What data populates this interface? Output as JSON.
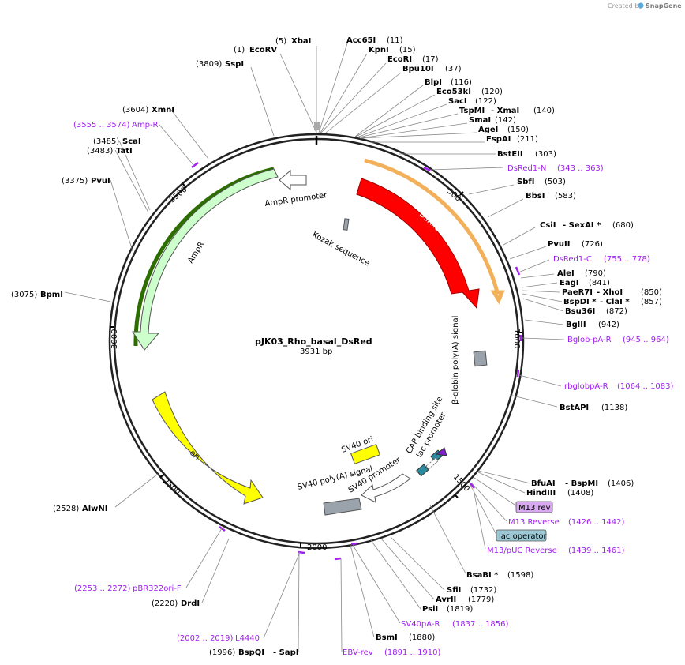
{
  "credit": {
    "prefix": "Created by",
    "brand": "SnapGene"
  },
  "plasmid": {
    "name": "pJK03_Rho_basal_DsRed",
    "size_label": "3931 bp",
    "length_bp": 3931
  },
  "ticks": [
    "500",
    "1000",
    "1500",
    "2000",
    "2500",
    "3000",
    "3500"
  ],
  "features": {
    "dsred2": "DsRed2",
    "kozak": "Kozak sequence",
    "ampr": "AmpR",
    "ampr_promoter": "AmpR promoter",
    "ori": "ori",
    "sv40_ori": "SV40 ori",
    "sv40_polya": "SV40 poly(A) signal",
    "sv40_promoter": "SV40 promoter",
    "cap_site": "CAP binding site",
    "lac_promoter": "lac promoter",
    "beta_globin": "β-globin poly(A) signal"
  },
  "sites": [
    {
      "id": "xbai",
      "name": "XbaI",
      "pos": "(5)",
      "bold": true
    },
    {
      "id": "ecorv",
      "name": "EcoRV",
      "pos": "(1)",
      "bold": true
    },
    {
      "id": "sspi",
      "name": "SspI",
      "pos": "(3809)",
      "bold": true
    },
    {
      "id": "acc65i",
      "name": "Acc65I",
      "pos": "(11)",
      "bold": true
    },
    {
      "id": "kpni",
      "name": "KpnI",
      "pos": "(15)",
      "bold": true
    },
    {
      "id": "ecori",
      "name": "EcoRI",
      "pos": "(17)",
      "bold": true
    },
    {
      "id": "bpu10i",
      "name": "Bpu10I",
      "pos": "(37)",
      "bold": true
    },
    {
      "id": "blpi",
      "name": "BlpI",
      "pos": "(116)",
      "bold": true
    },
    {
      "id": "eco53ki",
      "name": "Eco53kI",
      "pos": "(120)",
      "bold": true
    },
    {
      "id": "saci",
      "name": "SacI",
      "pos": "(122)",
      "bold": true
    },
    {
      "id": "tspmi",
      "name": "TspMI",
      "name2": "- XmaI",
      "pos": "(140)",
      "bold": true
    },
    {
      "id": "smai",
      "name": "SmaI",
      "pos": "(142)",
      "bold": true
    },
    {
      "id": "agei",
      "name": "AgeI",
      "pos": "(150)",
      "bold": true
    },
    {
      "id": "fspai",
      "name": "FspAI",
      "pos": "(211)",
      "bold": true
    },
    {
      "id": "bsteii",
      "name": "BstEII",
      "pos": "(303)",
      "bold": true
    },
    {
      "id": "sbfi",
      "name": "SbfI",
      "pos": "(503)",
      "bold": true
    },
    {
      "id": "bbsi",
      "name": "BbsI",
      "pos": "(583)",
      "bold": true
    },
    {
      "id": "csii",
      "name": "CsiI",
      "name2": "- SexAI *",
      "pos": "(680)",
      "bold": true
    },
    {
      "id": "pvuii",
      "name": "PvuII",
      "pos": "(726)",
      "bold": true
    },
    {
      "id": "alei",
      "name": "AleI",
      "pos": "(790)",
      "bold": true
    },
    {
      "id": "eagi",
      "name": "EagI",
      "pos": "(841)",
      "bold": true
    },
    {
      "id": "paer7i",
      "name": "PaeR7I",
      "name2": "- XhoI",
      "pos": "(850)",
      "bold": true
    },
    {
      "id": "bspdi",
      "name": "BspDI *",
      "name2": "- ClaI *",
      "pos": "(857)",
      "bold": true
    },
    {
      "id": "bsu36i",
      "name": "Bsu36I",
      "pos": "(872)",
      "bold": true
    },
    {
      "id": "bglii",
      "name": "BglII",
      "pos": "(942)",
      "bold": true
    },
    {
      "id": "bstapi",
      "name": "BstAPI",
      "pos": "(1138)",
      "bold": true
    },
    {
      "id": "bfuai",
      "name": "BfuAI",
      "name2": "- BspMI",
      "pos": "(1406)",
      "bold": true
    },
    {
      "id": "hindiii",
      "name": "HindIII",
      "pos": "(1408)",
      "bold": true
    },
    {
      "id": "bsabi",
      "name": "BsaBI *",
      "pos": "(1598)",
      "bold": true
    },
    {
      "id": "sfii",
      "name": "SfiI",
      "pos": "(1732)",
      "bold": true
    },
    {
      "id": "avrii",
      "name": "AvrII",
      "pos": "(1779)",
      "bold": true
    },
    {
      "id": "psii",
      "name": "PsiI",
      "pos": "(1819)",
      "bold": true
    },
    {
      "id": "bsmi",
      "name": "BsmI",
      "pos": "(1880)",
      "bold": true
    },
    {
      "id": "bspqi",
      "name": "BspQI",
      "name2": "- SapI",
      "pos": "(1996)",
      "bold": true
    },
    {
      "id": "drdi",
      "name": "DrdI",
      "pos": "(2220)",
      "bold": true
    },
    {
      "id": "alwni",
      "name": "AlwNI",
      "pos": "(2528)",
      "bold": true
    },
    {
      "id": "bpmi",
      "name": "BpmI",
      "pos": "(3075)",
      "bold": true
    },
    {
      "id": "pvui",
      "name": "PvuI",
      "pos": "(3375)",
      "bold": true
    },
    {
      "id": "tati",
      "name": "TatI",
      "pos": "(3483)",
      "bold": true
    },
    {
      "id": "scai",
      "name": "ScaI",
      "pos": "(3485)",
      "bold": true
    },
    {
      "id": "xmni",
      "name": "XmnI",
      "pos": "(3604)",
      "bold": true
    }
  ],
  "primers": [
    {
      "id": "dsred1n",
      "name": "DsRed1-N",
      "range": "(343 .. 363)"
    },
    {
      "id": "dsred1c",
      "name": "DsRed1-C",
      "range": "(755 .. 778)"
    },
    {
      "id": "bglobpar",
      "name": "Bglob-pA-R",
      "range": "(945 .. 964)"
    },
    {
      "id": "rbglobpar",
      "name": "rbglobpA-R",
      "range": "(1064 .. 1083)"
    },
    {
      "id": "m13rev",
      "name": "M13 rev",
      "range": ""
    },
    {
      "id": "m13reverse",
      "name": "M13 Reverse",
      "range": "(1426 .. 1442)"
    },
    {
      "id": "lacop",
      "name": "lac operator",
      "range": ""
    },
    {
      "id": "m13puc",
      "name": "M13/pUC Reverse",
      "range": "(1439 .. 1461)"
    },
    {
      "id": "sv40par",
      "name": "SV40pA-R",
      "range": "(1837 .. 1856)"
    },
    {
      "id": "ebvrev",
      "name": "EBV-rev",
      "range": "(1891 .. 1910)"
    },
    {
      "id": "l4440",
      "name": "L4440",
      "range": "(2002 .. 2019)"
    },
    {
      "id": "pbr322",
      "name": "pBR322ori-F",
      "range": "(2253 .. 2272)"
    },
    {
      "id": "ampr_p",
      "name": "Amp-R",
      "range": "(3555 .. 3574)"
    }
  ],
  "colors": {
    "dsred2": "#ff0000",
    "dsred_outline": "#f3b05a",
    "ampr": "#ccffcc",
    "ampr_outline": "#2d6e00",
    "ori": "#ffff00",
    "sv40": "#ffff00",
    "polya": "#9aa3ab",
    "lac": "#2b8ba0",
    "primer": "#a020f0",
    "m13rev_box": "#d8a8f0",
    "lac_op_box": "#9cc7d4"
  }
}
